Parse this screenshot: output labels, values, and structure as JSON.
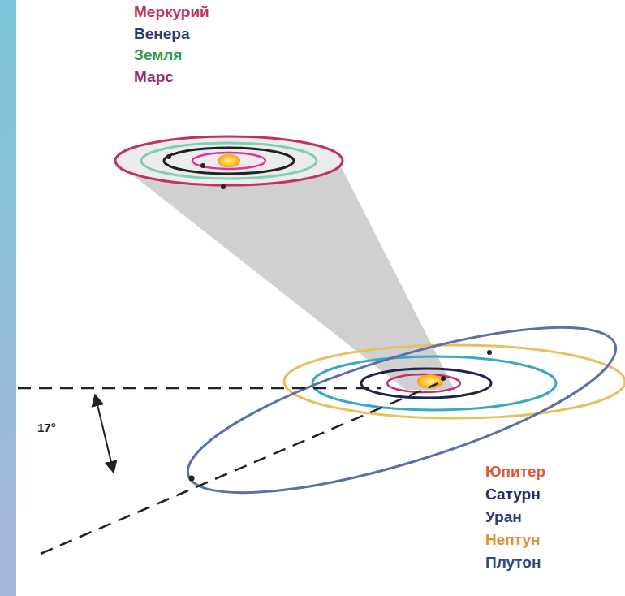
{
  "diagram": {
    "labels": [
      "Меркурий",
      "Венера",
      "Земля",
      "Марс",
      "17°",
      "Юпитер",
      "Сатурн",
      "Уран",
      "Нептун",
      "Плутон"
    ]
  }
}
